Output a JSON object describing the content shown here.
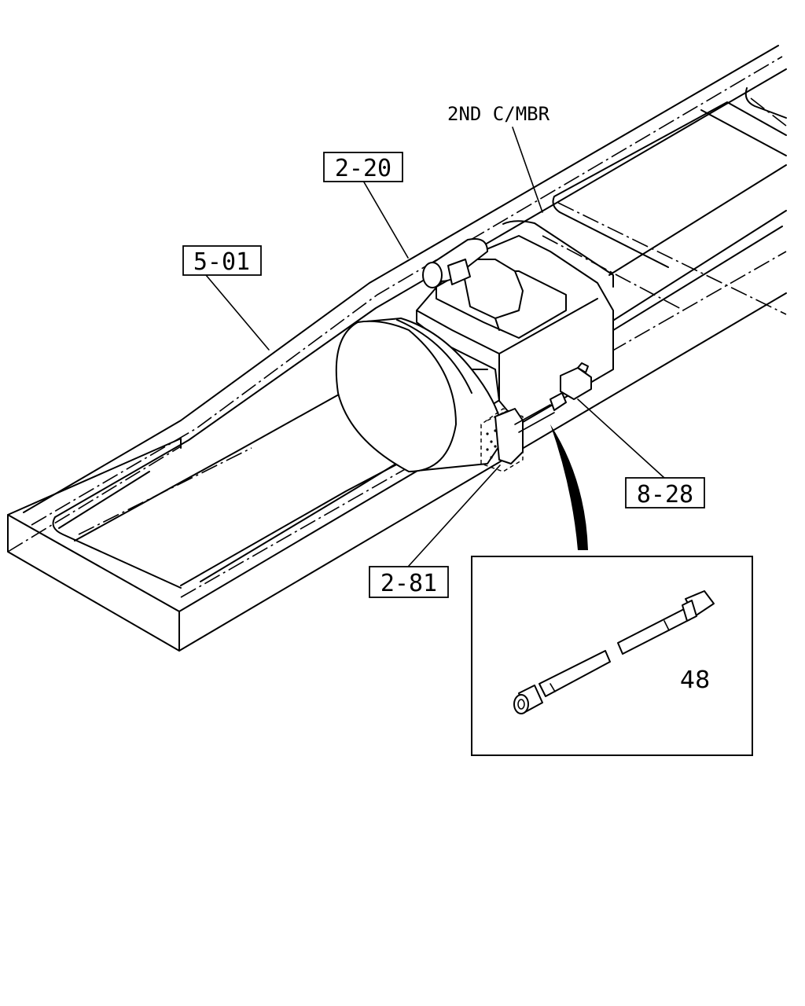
{
  "callouts": {
    "ref_5_01": "5-01",
    "ref_2_20": "2-20",
    "ref_8_28": "8-28",
    "ref_2_81": "2-81"
  },
  "notes": {
    "second_cross_member": "2ND C/MBR"
  },
  "detail": {
    "part_48": "48"
  }
}
